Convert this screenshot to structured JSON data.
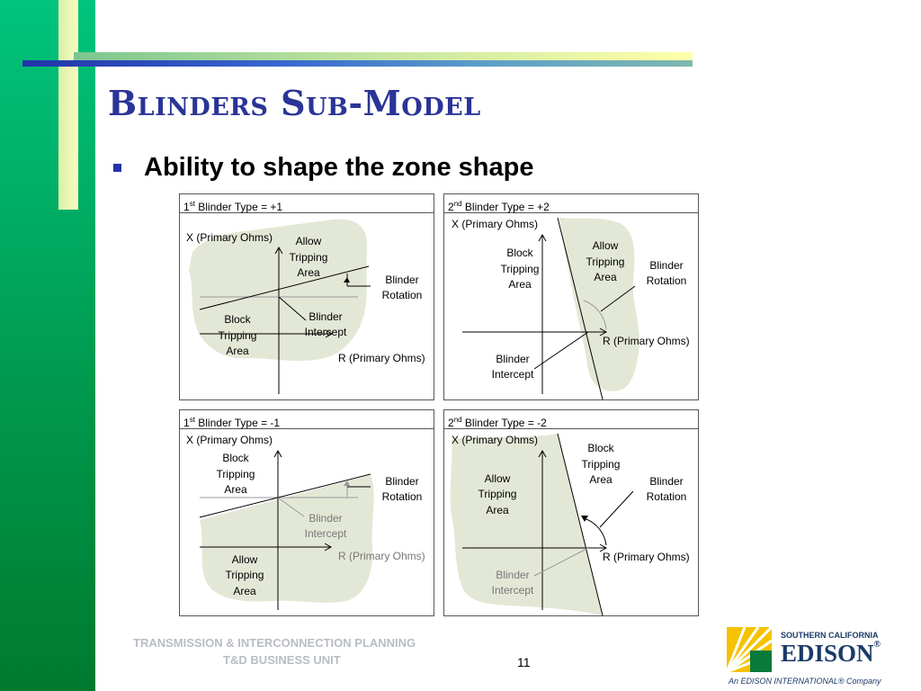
{
  "slide": {
    "title": "Blinders Sub-Model",
    "bullet": "Ability to shape the zone shape",
    "page_number": "11",
    "footer": {
      "line1": "TRANSMISSION & INTERCONNECTION PLANNING",
      "line2": "T&D BUSINESS UNIT"
    },
    "logo": {
      "line1": "SOUTHERN CALIFORNIA",
      "line2": "EDISON",
      "reg": "®",
      "line3": "An EDISON INTERNATIONAL® Company"
    }
  },
  "panels": [
    {
      "ord": "1",
      "sup": "st",
      "header_rest": " Blinder Type = +1",
      "x_axis": "X (Primary Ohms)",
      "r_axis": "R (Primary Ohms)",
      "allow": [
        "Allow",
        "Tripping",
        "Area"
      ],
      "block": [
        "Block",
        "Tripping",
        "Area"
      ],
      "rotation": [
        "Blinder",
        "Rotation"
      ],
      "intercept": [
        "Blinder",
        "Intercept"
      ]
    },
    {
      "ord": "2",
      "sup": "nd",
      "header_rest": " Blinder Type = +2",
      "x_axis": "X (Primary Ohms)",
      "r_axis": "R (Primary Ohms)",
      "allow": [
        "Allow",
        "Tripping",
        "Area"
      ],
      "block": [
        "Block",
        "Tripping",
        "Area"
      ],
      "rotation": [
        "Blinder",
        "Rotation"
      ],
      "intercept": [
        "Blinder",
        "Intercept"
      ]
    },
    {
      "ord": "1",
      "sup": "st",
      "header_rest": " Blinder Type = -1",
      "x_axis": "X (Primary Ohms)",
      "r_axis": "R (Primary Ohms)",
      "allow": [
        "Allow",
        "Tripping",
        "Area"
      ],
      "block": [
        "Block",
        "Tripping",
        "Area"
      ],
      "rotation": [
        "Blinder",
        "Rotation"
      ],
      "intercept": [
        "Blinder",
        "Intercept"
      ]
    },
    {
      "ord": "2",
      "sup": "nd",
      "header_rest": " Blinder Type = -2",
      "x_axis": "X (Primary Ohms)",
      "r_axis": "R (Primary Ohms)",
      "allow": [
        "Allow",
        "Tripping",
        "Area"
      ],
      "block": [
        "Block",
        "Tripping",
        "Area"
      ],
      "rotation": [
        "Blinder",
        "Rotation"
      ],
      "intercept": [
        "Blinder",
        "Intercept"
      ]
    }
  ],
  "colors": {
    "title": "#2b3497",
    "zone_fill": "#e3e8d6",
    "sidebar": "#00a85a"
  }
}
